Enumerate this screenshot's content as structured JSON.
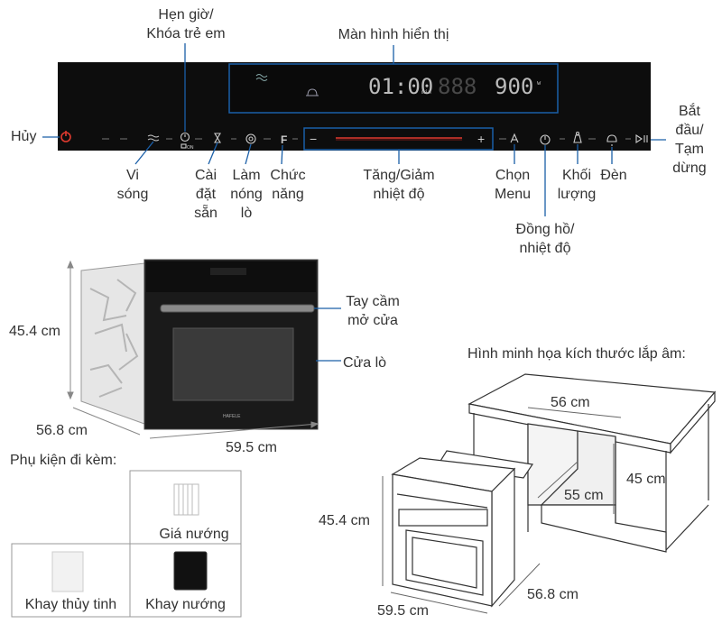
{
  "panel": {
    "top_labels": {
      "timer_lock": "Hẹn giờ/\nKhóa trẻ em",
      "display": "Màn hình hiển thị"
    },
    "display_readout": {
      "time": "01:00",
      "time_unit": "min",
      "power": "900",
      "power_unit": "w"
    },
    "side_labels": {
      "cancel": "Hủy",
      "start_pause": "Bắt\nđầu/\nTạm\ndừng"
    },
    "bottom_labels": {
      "microwave": "Vi\nsóng",
      "preset": "Cài\nđặt\nsẵn",
      "preheat": "Làm\nnóng\nlò",
      "function": "Chức\nnăng",
      "temp_adjust": "Tăng/Giảm\nnhiệt độ",
      "menu": "Chọn\nMenu",
      "clock_temp": "Đồng hồ/\nnhiệt độ",
      "weight": "Khối\nlượng",
      "light": "Đèn"
    },
    "minus": "−",
    "plus": "+",
    "function_letter": "F"
  },
  "oven_photo": {
    "height": "45.4 cm",
    "depth": "56.8 cm",
    "width": "59.5 cm",
    "handle_label": "Tay cầm\nmở cửa",
    "door_label": "Cửa lò",
    "brand": "HAFELE"
  },
  "accessories": {
    "title": "Phụ kiện đi kèm:",
    "items": [
      "Giá nướng",
      "Khay thủy tinh",
      "Khay nướng"
    ]
  },
  "install_diagram": {
    "title": "Hình minh họa kích thước lắp âm:",
    "cabinet_width": "56 cm",
    "cabinet_depth": "55 cm",
    "cabinet_height": "45 cm",
    "oven_height": "45.4 cm",
    "oven_width": "59.5 cm",
    "oven_depth": "56.8 cm"
  },
  "colors": {
    "panel_bg": "#0d0d0d",
    "accent_red": "#e03a2f",
    "callout_line": "#1a5fa8",
    "text": "#333333"
  }
}
